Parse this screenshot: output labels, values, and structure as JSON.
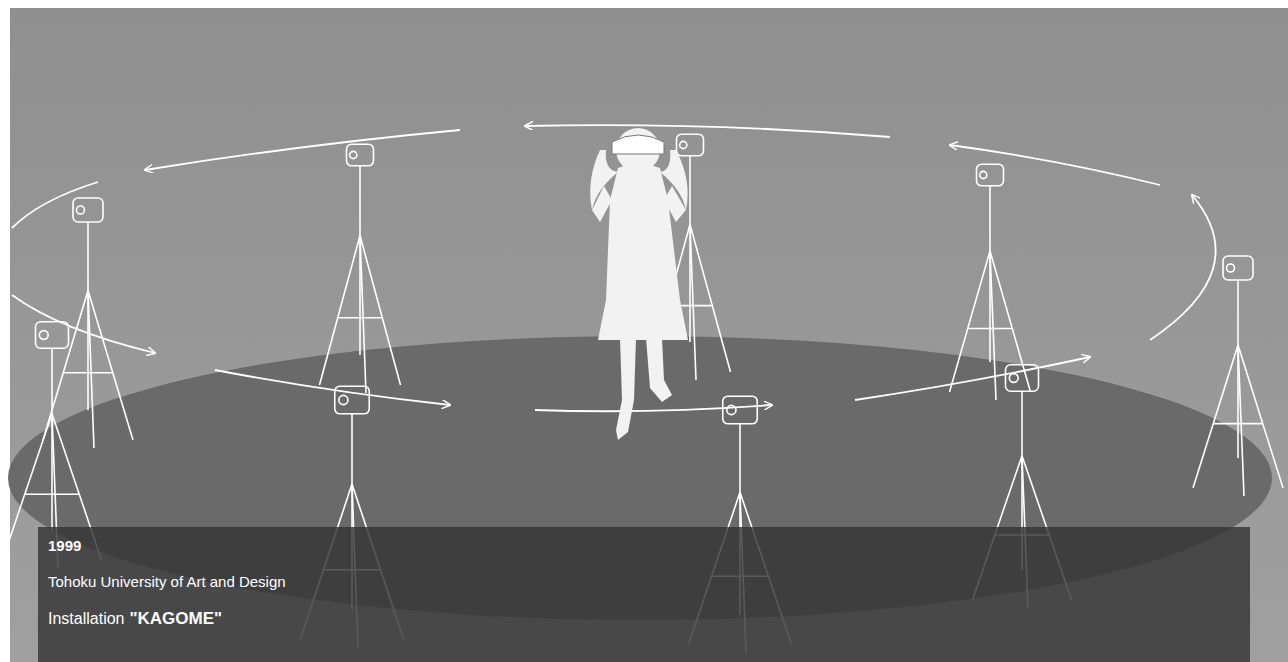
{
  "diagram": {
    "nodes": [
      {
        "text": [
          "1999",
          "Tohoku University of Art and Design",
          "Installation",
          "\"KAGOME\""
        ]
      }
    ]
  }
}
